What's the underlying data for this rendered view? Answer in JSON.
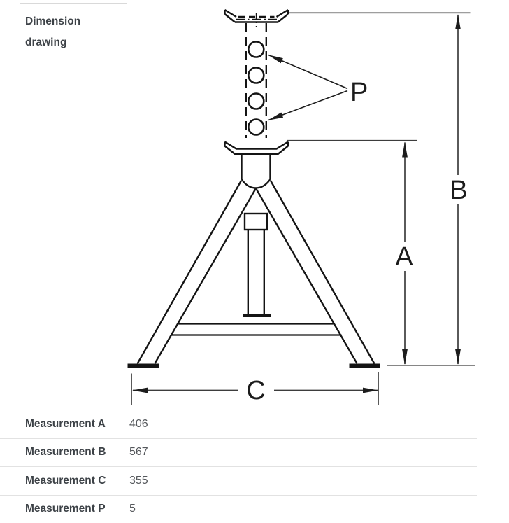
{
  "section": {
    "label": "Dimension drawing"
  },
  "drawing": {
    "labels": {
      "a": "A",
      "b": "B",
      "c": "C",
      "p": "P"
    },
    "line_color": "#141414",
    "dim_color": "#3d3d3d"
  },
  "table": {
    "rows": [
      {
        "label": "Measurement A",
        "value": "406"
      },
      {
        "label": "Measurement B",
        "value": "567"
      },
      {
        "label": "Measurement C",
        "value": "355"
      },
      {
        "label": "Measurement P",
        "value": "5"
      }
    ]
  }
}
